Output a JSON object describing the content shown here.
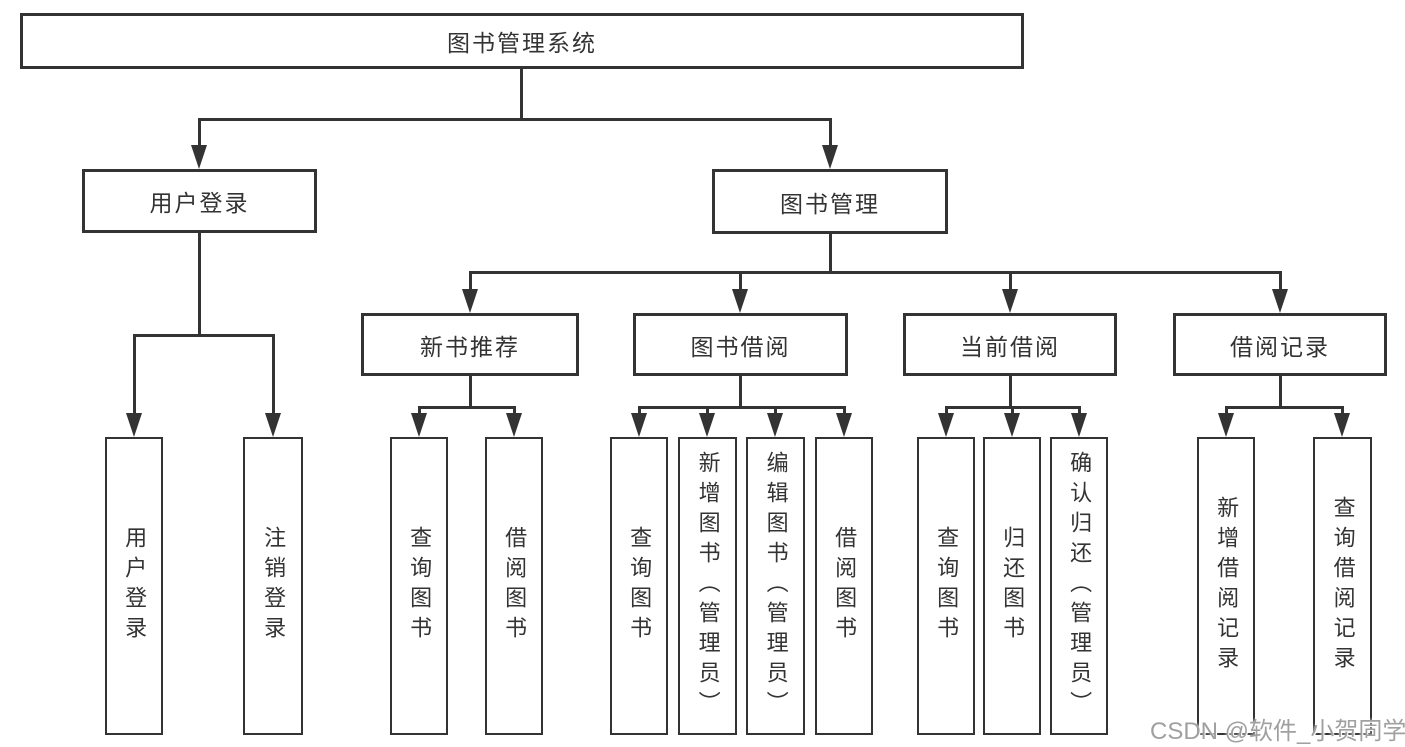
{
  "colors": {
    "line": "#333333",
    "text": "#333333",
    "background": "#ffffff",
    "watermark": "#a0a0a0"
  },
  "tree": {
    "root": "图书管理系统",
    "user_login": "用户登录",
    "book_mgmt": "图书管理",
    "new_book_rec": "新书推荐",
    "book_borrow": "图书借阅",
    "current_borrow": "当前借阅",
    "borrow_record": "借阅记录",
    "leaves": [
      "用户登录",
      "注销登录",
      "查询图书",
      "借阅图书",
      "查询图书",
      "新增图书（管理员）",
      "编辑图书（管理员）",
      "借阅图书",
      "查询图书",
      "归还图书",
      "确认归还（管理员）",
      "新增借阅记录",
      "查询借阅记录"
    ]
  },
  "watermark": "CSDN @软件_小贺同学"
}
